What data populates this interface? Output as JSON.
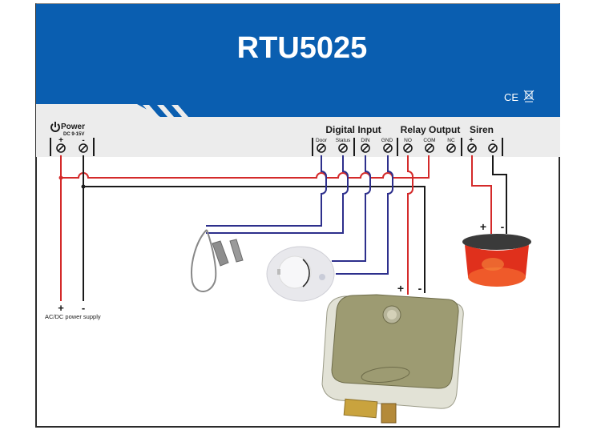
{
  "diagram": {
    "title": "RTU5025",
    "certifications": [
      "CE",
      "WEEE"
    ],
    "colors": {
      "header_blue": "#0a5eb0",
      "strip_gray": "#ececec",
      "wire_red": "#d42a2a",
      "wire_black": "#1a1a1a",
      "wire_blue": "#2d2f8c"
    },
    "terminal_groups": [
      {
        "name": "Power",
        "sub": "DC 9-15V",
        "terminals": [
          "+",
          "-"
        ]
      },
      {
        "name": "Digital Input",
        "terminals": [
          "Door",
          "Status",
          "DIN",
          "GND"
        ]
      },
      {
        "name": "Relay Output",
        "terminals": [
          "NO",
          "COM",
          "NC"
        ]
      },
      {
        "name": "Siren",
        "terminals": [
          "+",
          "-"
        ]
      }
    ],
    "power_supply": {
      "plus": "+",
      "minus": "-",
      "label": "AC/DC power supply"
    },
    "lock_polarity": {
      "plus": "+",
      "minus": "-"
    },
    "siren_polarity": {
      "plus": "+",
      "minus": "-"
    },
    "devices": [
      "door-magnetic-sensor",
      "smoke-detector",
      "electric-lock",
      "siren-strobe"
    ]
  }
}
